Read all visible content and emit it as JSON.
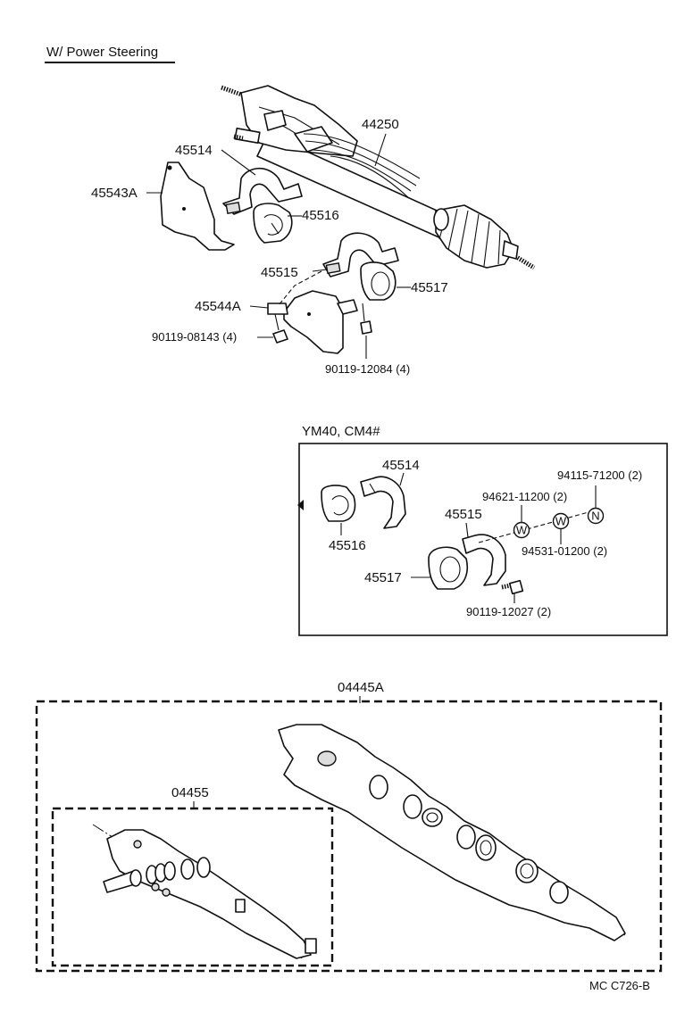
{
  "header": {
    "title": "W/ Power Steering"
  },
  "inset": {
    "title": "YM40, CM4#"
  },
  "parts": {
    "p44250": "44250",
    "p45514": "45514",
    "p45543A": "45543A",
    "p45516": "45516",
    "p45515": "45515",
    "p45517": "45517",
    "p45544A": "45544A",
    "p90119_08143": "90119-08143 (4)",
    "p90119_12084": "90119-12084 (4)"
  },
  "inset_parts": {
    "p45514": "45514",
    "p45516": "45516",
    "p45515": "45515",
    "p45517": "45517",
    "p94115_71200": "94115-71200 (2)",
    "p94621_11200": "94621-11200 (2)",
    "p94531_01200": "94531-01200 (2)",
    "p90119_12027": "90119-12027 (2)",
    "washer_letter": "W",
    "nut_letter": "N"
  },
  "kits": {
    "p04445A": "04445A",
    "p04455": "04455"
  },
  "footer": {
    "code": "MC  C726-B"
  }
}
